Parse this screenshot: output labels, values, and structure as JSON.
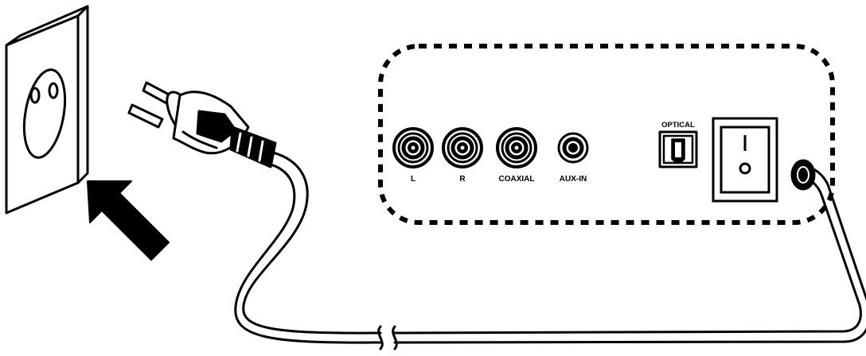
{
  "panel": {
    "optical_label": "OPTICAL",
    "ports": [
      {
        "id": "L",
        "label": "L"
      },
      {
        "id": "R",
        "label": "R"
      },
      {
        "id": "COAXIAL",
        "label": "COAXIAL"
      },
      {
        "id": "AUX-IN",
        "label": "AUX-IN"
      }
    ]
  },
  "colors": {
    "line": "#000000",
    "fill": "#ffffff",
    "dark_fill": "#000000"
  },
  "icons": [
    "wall-socket-icon",
    "power-plug-icon",
    "arrow-icon",
    "power-switch-icon",
    "optical-port-icon"
  ]
}
